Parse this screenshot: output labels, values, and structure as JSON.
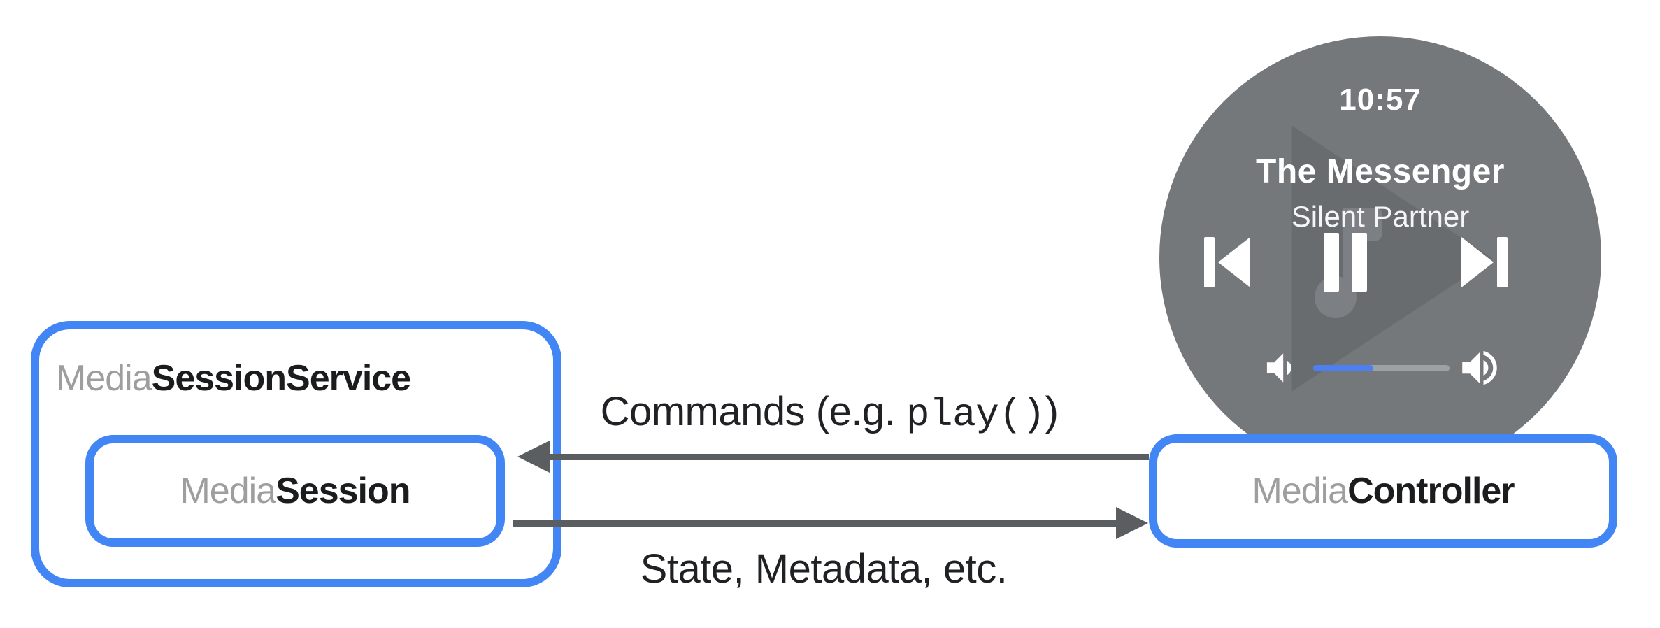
{
  "colors": {
    "accent_blue": "#4285f4",
    "media_prefix_gray": "#9e9e9e",
    "text_dark": "#1b1c1e",
    "arrow_gray": "#5a5e61",
    "watch_gray": "#75787a",
    "play_watermark_gray": "#696c6f",
    "note_watermark_gray": "#7c7f83",
    "volume_fill_blue": "#4d80ee",
    "volume_track_gray": "#9ca1a5",
    "icon_white": "#ffffff"
  },
  "service_box": {
    "prefix": "Media",
    "suffix": "SessionService"
  },
  "session_box": {
    "prefix": "Media",
    "suffix": "Session"
  },
  "controller_box": {
    "prefix": "Media",
    "suffix": "Controller"
  },
  "arrows": {
    "commands": {
      "text_before_code": "Commands (e.g. ",
      "code": "play()",
      "text_after_code": ")"
    },
    "state": {
      "label": "State, Metadata, etc."
    }
  },
  "watch": {
    "time": "10:57",
    "track_title": "The Messenger",
    "track_artist": "Silent Partner",
    "volume_percent": 44,
    "icons": {
      "previous": "skip-previous-icon",
      "pause": "pause-icon",
      "next": "skip-next-icon",
      "volume_down": "volume-down-icon",
      "volume_up": "volume-up-icon",
      "watermark_play": "play-triangle-watermark-icon",
      "watermark_note": "music-note-watermark-icon"
    }
  }
}
